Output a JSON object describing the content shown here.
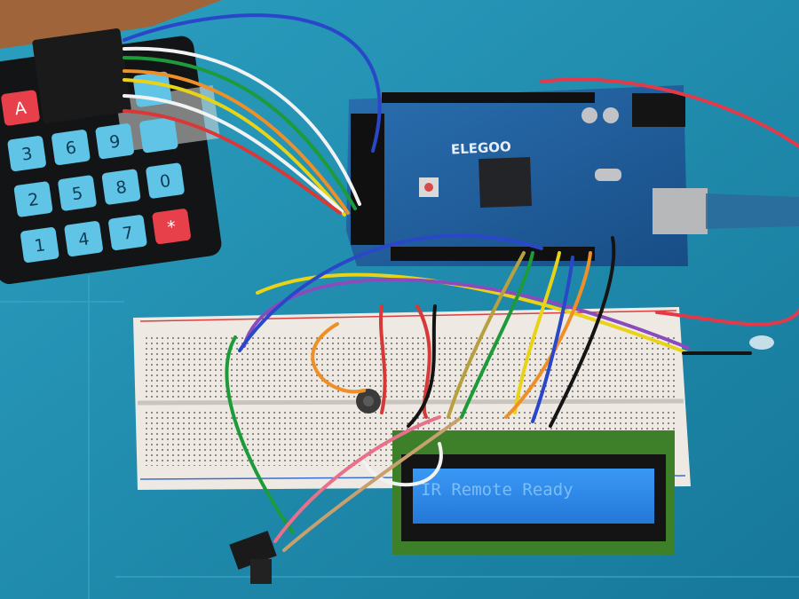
{
  "board": {
    "brand": "ELEGOO"
  },
  "keypad": {
    "rows": [
      [
        "A",
        "",
        "",
        ""
      ],
      [
        "3",
        "6",
        "9",
        ""
      ],
      [
        "2",
        "5",
        "8",
        "0"
      ],
      [
        "1",
        "4",
        "7",
        "*"
      ]
    ]
  },
  "lcd": {
    "text": "IR Remote Ready"
  },
  "colors": {
    "mat": "#1f8fb0",
    "board": "#1d5f9e",
    "breadboard": "#eeeae3",
    "lcd_screen": "#2f8df0",
    "lcd_pcb": "#3e7f2a",
    "key_blue": "#5fc4e6",
    "key_red": "#e8404a"
  }
}
